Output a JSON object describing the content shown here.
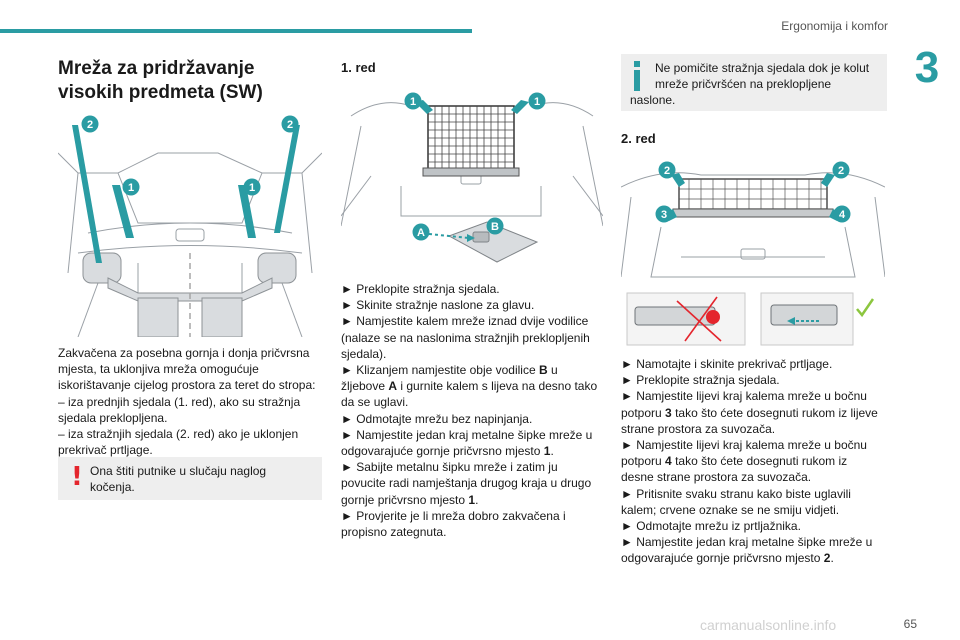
{
  "header": {
    "section_title": "Ergonomija i komfor",
    "chapter_number": "3"
  },
  "left": {
    "title_line1": "Mreža za pridržavanje",
    "title_line2": "visokih predmeta (SW)",
    "paragraph_lines": [
      "Zakvačena za posebna gornja i donja pričvrsna",
      "mjesta, ta uklonjiva mreža omogućuje",
      "iskorištavanje cijelog prostora za teret do stropa:",
      "–  iza prednjih sjedala (1. red), ako su stražnja",
      "sjedala preklopljena.",
      "–  iza stražnjih sjedala (2. red) ako je uklonjen",
      "prekrivač prtljage."
    ],
    "warning_line1": "Ona štiti putnike u slučaju naglog",
    "warning_line2": "kočenja.",
    "warning_mark": "!"
  },
  "middle": {
    "heading": "1. red",
    "step_lines": [
      "►  Preklopite stražnja sjedala.",
      "►  Skinite stražnje naslone za glavu.",
      "►  Namjestite kalem mreže iznad dvije vodilice",
      "(nalaze se na naslonima stražnjih preklopljenih",
      "sjedala).",
      "►  Klizanjem namjestite obje vodilice B u",
      "žljebove A i gurnite kalem s lijeva na desno tako",
      "da se uglavi.",
      "►  Odmotajte mrežu bez napinjanja.",
      "►  Namjestite jedan kraj metalne šipke mreže u",
      "odgovarajuće gornje pričvrsno mjesto 1.",
      "►  Sabijte metalnu šipku mreže i zatim ju",
      "povucite radi namještanja drugog kraja u drugo",
      "gornje pričvrsno mjesto 1.",
      "►  Provjerite je li mreža dobro zakvačena i",
      "propisno zategnuta."
    ]
  },
  "right": {
    "info_line1": "Ne pomičite stražnja sjedala dok je kolut",
    "info_line2": "mreže pričvršćen na preklopljene",
    "info_line3": "naslone.",
    "heading": "2. red",
    "step_lines": [
      "►  Namotajte i skinite prekrivač prtljage.",
      "►  Preklopite stražnja sjedala.",
      "►  Namjestite lijevi kraj kalema mreže u bočnu",
      "potporu 3 tako što ćete dosegnuti rukom iz lijeve",
      "strane prostora za suvozača.",
      "►  Namjestite lijevi kraj kalema mreže u bočnu",
      "potporu 4 tako što ćete dosegnuti rukom iz",
      "desne strane prostora za suvozača.",
      "►  Pritisnite svaku stranu kako biste uglavili",
      "kalem; crvene oznake se ne smiju vidjeti.",
      "►  Odmotajte mrežu iz prtljažnika.",
      "►  Namjestite jedan kraj metalne šipke mreže u",
      "odgovarajuće gornje pričvrsno mjesto 2."
    ]
  },
  "figures": {
    "left_badges": [
      "2",
      "2",
      "1",
      "1"
    ],
    "middle_badges": [
      "1",
      "1"
    ],
    "middle_letters": [
      "A",
      "B"
    ],
    "right_badges": [
      "2",
      "2",
      "3",
      "4"
    ]
  },
  "footer": {
    "page_number": "65",
    "watermark": "carmanualsonline.info"
  },
  "colors": {
    "accent": "#2a9ca3",
    "warning": "#e4252d",
    "check": "#8cc63f"
  }
}
